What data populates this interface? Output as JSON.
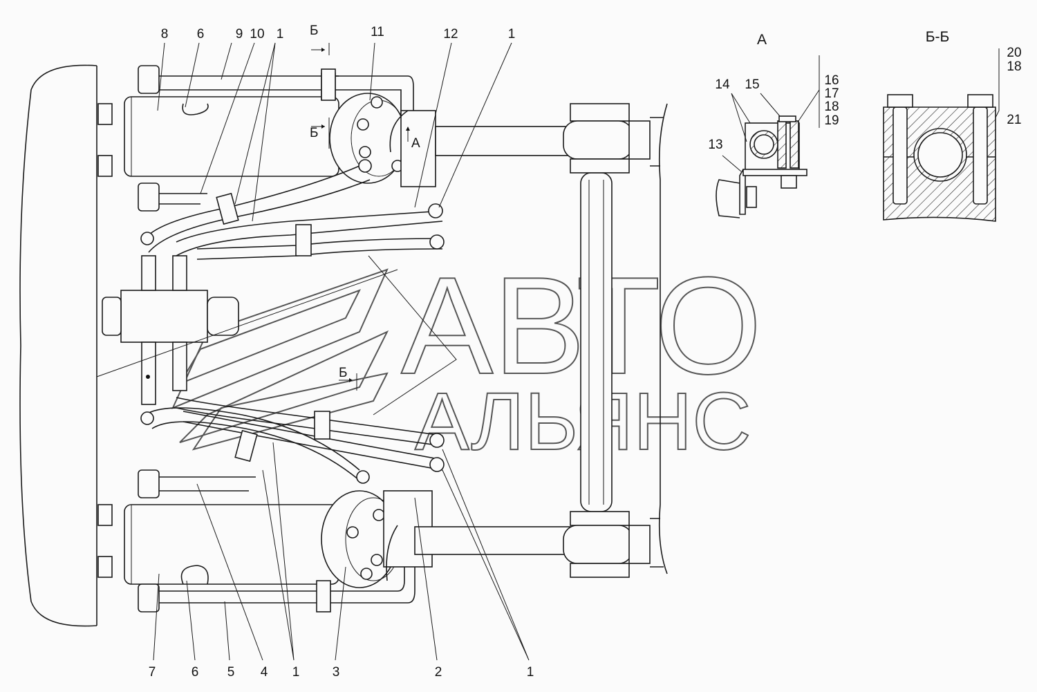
{
  "diagram": {
    "main_view": {
      "top_callouts": [
        "8",
        "6",
        "9",
        "10",
        "1",
        "11",
        "12",
        "1"
      ],
      "bottom_callouts": [
        "7",
        "6",
        "5",
        "4",
        "1",
        "3",
        "2",
        "1"
      ],
      "section_marks": {
        "b_top_1": "Б",
        "b_top_2": "Б",
        "b_mid": "Б",
        "view_a": "А"
      }
    },
    "view_a": {
      "title": "А",
      "callouts": [
        "14",
        "15",
        "13"
      ],
      "stack_callouts": [
        "16",
        "17",
        "18",
        "19"
      ]
    },
    "section_bb": {
      "title": "Б-Б",
      "stack_callouts": [
        "20",
        "18"
      ],
      "callouts": [
        "21"
      ]
    },
    "watermark": {
      "line1": "АВТО",
      "line2": "АЛЬЯНС"
    }
  }
}
